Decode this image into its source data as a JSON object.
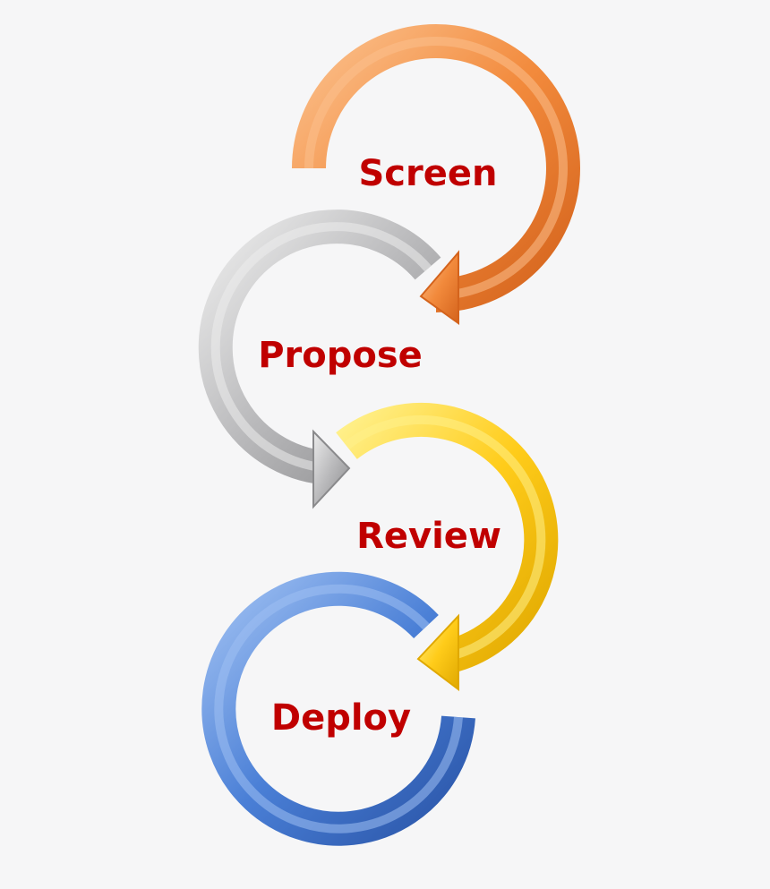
{
  "diagram": {
    "label_color": "#c00000",
    "steps": [
      {
        "label": "Screen",
        "color": "#f28a3c",
        "light": "#fbc08c",
        "dark": "#d4631c"
      },
      {
        "label": "Propose",
        "color": "#b9b9bb",
        "light": "#ececec",
        "dark": "#8a8a8c"
      },
      {
        "label": "Review",
        "color": "#ffcc1a",
        "light": "#fff08a",
        "dark": "#e0a800"
      },
      {
        "label": "Deploy",
        "color": "#4a7fd6",
        "light": "#9fc0f2",
        "dark": "#2a55a8"
      }
    ]
  }
}
